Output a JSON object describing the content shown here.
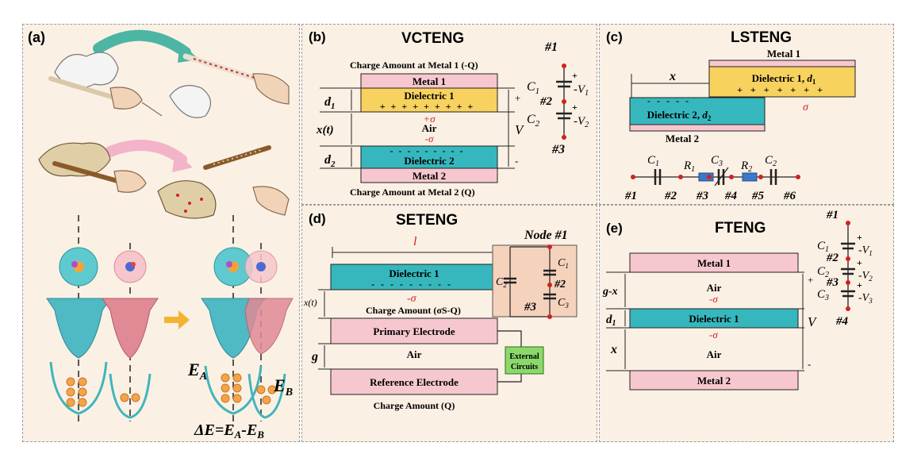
{
  "panel_a": {
    "label": "(a)",
    "ea": "E",
    "ea_sub": "A",
    "eb": "E",
    "eb_sub": "B",
    "delta_eq": "ΔE=E",
    "delta_a": "A",
    "delta_minus": "-E",
    "delta_b": "B"
  },
  "panel_b": {
    "label": "(b)",
    "title": "VCTENG",
    "top_charge": "Charge Amount at Metal 1 (-Q)",
    "bottom_charge": "Charge Amount at Metal 2 (Q)",
    "metal1": "Metal 1",
    "metal2": "Metal 2",
    "dielectric1": "Dielectric 1",
    "dielectric2": "Dielectric 2",
    "air": "Air",
    "plus_sigma": "+σ",
    "minus_sigma": "-σ",
    "d1": "d",
    "d1_sub": "1",
    "d2": "d",
    "d2_sub": "2",
    "xt": "x(t)",
    "v": "V",
    "plus": "+",
    "minus": "-",
    "node1": "#1",
    "node2": "#2",
    "node3": "#3",
    "c1": "C",
    "c1_sub": "1",
    "c2": "C",
    "c2_sub": "2",
    "v1": "V",
    "v1_sub": "1",
    "v2": "V",
    "v2_sub": "2",
    "neg": "-"
  },
  "panel_c": {
    "label": "(c)",
    "title": "LSTENG",
    "metal1": "Metal 1",
    "metal2": "Metal 2",
    "dielectric1": "Dielectric 1, ",
    "d1": "d",
    "d1_sub": "1",
    "dielectric2": "Dielectric 2, ",
    "d2": "d",
    "d2_sub": "2",
    "x": "x",
    "minus_sigma": "-σ",
    "sigma": "σ",
    "c1": "C",
    "c1_sub": "1",
    "r1": "R",
    "r1_sub": "1",
    "c3": "C",
    "c3_sub": "3",
    "r2": "R",
    "r2_sub": "2",
    "c2": "C",
    "c2_sub": "2",
    "nodes": [
      "#1",
      "#2",
      "#3",
      "#4",
      "#5",
      "#6"
    ]
  },
  "panel_d": {
    "label": "(d)",
    "title": "SETENG",
    "node_title": "Node #1",
    "l": "l",
    "dielectric1": "Dielectric 1",
    "minus_sigma": "-σ",
    "charge_top": "Charge Amount (σS-Q)",
    "xt": "x(t)",
    "primary": "Primary Electrode",
    "air": "Air",
    "g": "g",
    "reference": "Reference Electrode",
    "charge_bottom": "Charge Amount (Q)",
    "external1": "External",
    "external2": "Circuits",
    "c1": "C",
    "c1_sub": "1",
    "c2": "C",
    "c2_sub": "2",
    "c3": "C",
    "c3_sub": "3",
    "node2": "#2",
    "node3": "#3"
  },
  "panel_e": {
    "label": "(e)",
    "title": "FTENG",
    "metal1": "Metal 1",
    "metal2": "Metal 2",
    "dielectric1": "Dielectric 1",
    "air": "Air",
    "minus_sigma": "-σ",
    "gx": "g-x",
    "d1": "d",
    "d1_sub": "1",
    "x": "x",
    "v": "V",
    "plus": "+",
    "minus": "-",
    "nodes": [
      "#1",
      "#2",
      "#3",
      "#4"
    ],
    "c1": "C",
    "c1_sub": "1",
    "c2": "C",
    "c2_sub": "2",
    "c3": "C",
    "c3_sub": "3",
    "v1": "V",
    "v1_sub": "1",
    "v2": "V",
    "v2_sub": "2",
    "v3": "V",
    "v3_sub": "3",
    "neg": "-"
  },
  "colors": {
    "panel_bg": "#fbf0e4",
    "metal": "#f7c7cf",
    "dielectric_yellow": "#f7d25e",
    "dielectric_teal": "#36b7bd",
    "sigma_red": "#d42020",
    "node_red": "#d42020",
    "resistor_blue": "#3a78c8",
    "external_green": "#8bd96b",
    "arrow_teal": "#4cb5a4",
    "arrow_pink": "#f3b3c8",
    "orange_arrow": "#f2b431"
  }
}
